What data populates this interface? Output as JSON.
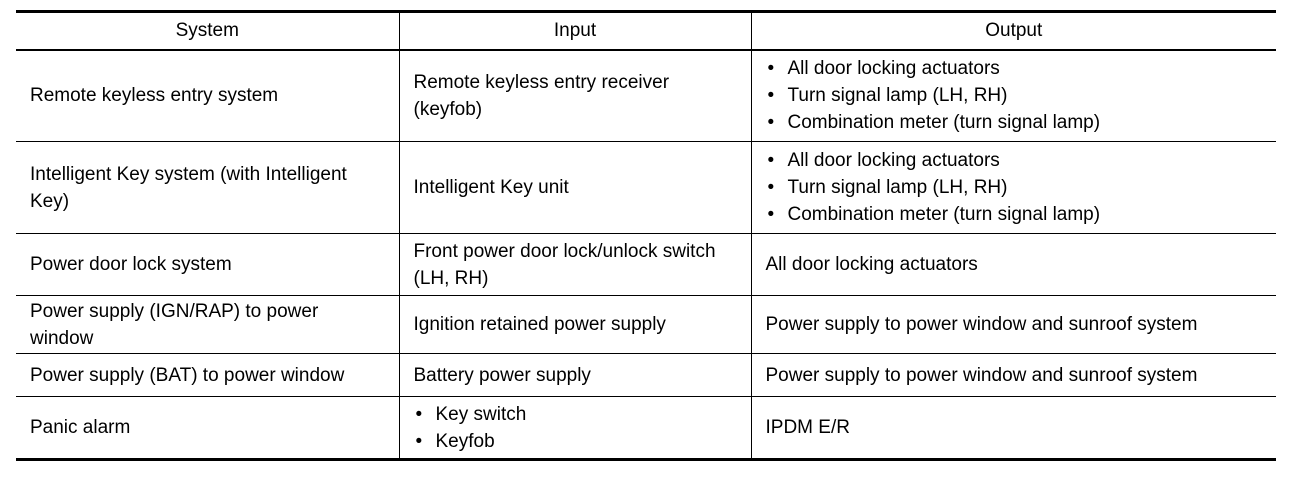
{
  "table": {
    "headers": [
      "System",
      "Input",
      "Output"
    ],
    "rows": [
      {
        "system": "Remote keyless entry system",
        "input": "Remote keyless entry receiver (keyfob)",
        "output_list": [
          "All door locking actuators",
          "Turn signal lamp (LH, RH)",
          "Combination meter (turn signal lamp)"
        ]
      },
      {
        "system": "Intelligent Key system (with Intelligent Key)",
        "input": "Intelligent Key unit",
        "output_list": [
          "All door locking actuators",
          "Turn signal lamp (LH, RH)",
          "Combination meter (turn signal lamp)"
        ]
      },
      {
        "system": "Power door lock system",
        "input": "Front power door lock/unlock switch (LH, RH)",
        "output": "All door locking actuators"
      },
      {
        "system": "Power supply (IGN/RAP) to power window",
        "input": "Ignition retained power supply",
        "output": "Power supply to power window and sunroof system"
      },
      {
        "system": "Power supply (BAT) to power window",
        "input": "Battery power supply",
        "output": "Power supply to power window and sunroof system"
      },
      {
        "system": "Panic alarm",
        "input_list": [
          "Key switch",
          "Keyfob"
        ],
        "output": "IPDM E/R"
      }
    ]
  }
}
